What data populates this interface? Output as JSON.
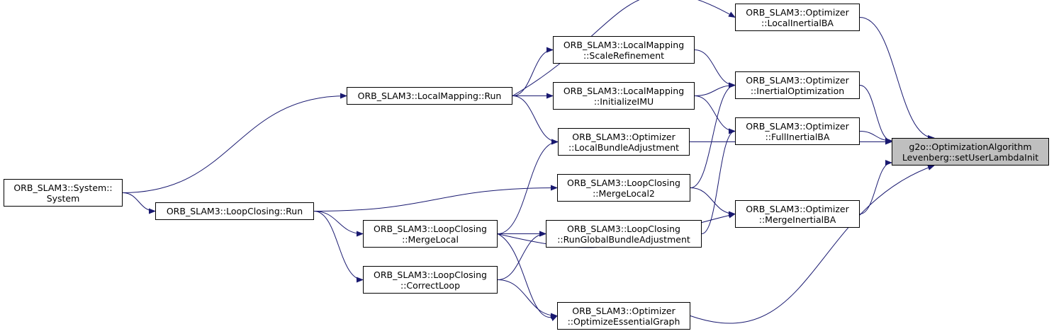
{
  "diagram": {
    "type": "call-graph",
    "focus_node": "g2o-lambda",
    "colors": {
      "edge": "#191970",
      "focus_fill": "#bfbfbf",
      "node_border": "#000000",
      "node_fill": "#ffffff"
    },
    "nodes": [
      {
        "id": "g2o-lambda",
        "line1": "g2o::OptimizationAlgorithm",
        "line2": "Levenberg::setUserLambdaInit"
      },
      {
        "id": "opt-local-inertial-ba",
        "line1": "ORB_SLAM3::Optimizer",
        "line2": "::LocalInertialBA"
      },
      {
        "id": "lm-scale-refinement",
        "line1": "ORB_SLAM3::LocalMapping",
        "line2": "::ScaleRefinement"
      },
      {
        "id": "opt-inertial-optimization",
        "line1": "ORB_SLAM3::Optimizer",
        "line2": "::InertialOptimization"
      },
      {
        "id": "lm-run",
        "line1": "ORB_SLAM3::LocalMapping::Run",
        "line2": ""
      },
      {
        "id": "lm-initialize-imu",
        "line1": "ORB_SLAM3::LocalMapping",
        "line2": "::InitializeIMU"
      },
      {
        "id": "opt-full-inertial-ba",
        "line1": "ORB_SLAM3::Optimizer",
        "line2": "::FullInertialBA"
      },
      {
        "id": "opt-local-bundle-adjustment",
        "line1": "ORB_SLAM3::Optimizer",
        "line2": "::LocalBundleAdjustment"
      },
      {
        "id": "system-system",
        "line1": "ORB_SLAM3::System::",
        "line2": "System"
      },
      {
        "id": "lc-merge-local2",
        "line1": "ORB_SLAM3::LoopClosing",
        "line2": "::MergeLocal2"
      },
      {
        "id": "lc-run",
        "line1": "ORB_SLAM3::LoopClosing::Run",
        "line2": ""
      },
      {
        "id": "opt-merge-inertial-ba",
        "line1": "ORB_SLAM3::Optimizer",
        "line2": "::MergeInertialBA"
      },
      {
        "id": "lc-merge-local",
        "line1": "ORB_SLAM3::LoopClosing",
        "line2": "::MergeLocal"
      },
      {
        "id": "lc-run-global-ba",
        "line1": "ORB_SLAM3::LoopClosing",
        "line2": "::RunGlobalBundleAdjustment"
      },
      {
        "id": "lc-correct-loop",
        "line1": "ORB_SLAM3::LoopClosing",
        "line2": "::CorrectLoop"
      },
      {
        "id": "opt-optimize-essential-graph",
        "line1": "ORB_SLAM3::Optimizer",
        "line2": "::OptimizeEssentialGraph"
      }
    ],
    "edges": [
      {
        "from": "opt-local-inertial-ba",
        "to": "g2o-lambda"
      },
      {
        "from": "opt-inertial-optimization",
        "to": "g2o-lambda"
      },
      {
        "from": "opt-full-inertial-ba",
        "to": "g2o-lambda"
      },
      {
        "from": "opt-local-bundle-adjustment",
        "to": "g2o-lambda"
      },
      {
        "from": "opt-merge-inertial-ba",
        "to": "g2o-lambda"
      },
      {
        "from": "opt-optimize-essential-graph",
        "to": "g2o-lambda"
      },
      {
        "from": "lm-run",
        "to": "opt-local-inertial-ba"
      },
      {
        "from": "lm-run",
        "to": "lm-scale-refinement"
      },
      {
        "from": "lm-run",
        "to": "lm-initialize-imu"
      },
      {
        "from": "lm-run",
        "to": "opt-local-bundle-adjustment"
      },
      {
        "from": "lm-scale-refinement",
        "to": "opt-inertial-optimization"
      },
      {
        "from": "lm-initialize-imu",
        "to": "opt-inertial-optimization"
      },
      {
        "from": "lm-initialize-imu",
        "to": "opt-full-inertial-ba"
      },
      {
        "from": "system-system",
        "to": "lm-run"
      },
      {
        "from": "system-system",
        "to": "lc-run"
      },
      {
        "from": "lc-run",
        "to": "lc-merge-local2"
      },
      {
        "from": "lc-run",
        "to": "lc-merge-local"
      },
      {
        "from": "lc-run",
        "to": "lc-correct-loop"
      },
      {
        "from": "lc-merge-local2",
        "to": "opt-inertial-optimization"
      },
      {
        "from": "lc-merge-local2",
        "to": "opt-merge-inertial-ba"
      },
      {
        "from": "lc-merge-local",
        "to": "opt-local-bundle-adjustment"
      },
      {
        "from": "lc-merge-local",
        "to": "lc-run-global-ba"
      },
      {
        "from": "lc-merge-local",
        "to": "opt-merge-inertial-ba"
      },
      {
        "from": "lc-merge-local",
        "to": "opt-optimize-essential-graph"
      },
      {
        "from": "lc-run-global-ba",
        "to": "opt-full-inertial-ba"
      },
      {
        "from": "lc-correct-loop",
        "to": "lc-run-global-ba"
      },
      {
        "from": "lc-correct-loop",
        "to": "opt-optimize-essential-graph"
      }
    ]
  }
}
